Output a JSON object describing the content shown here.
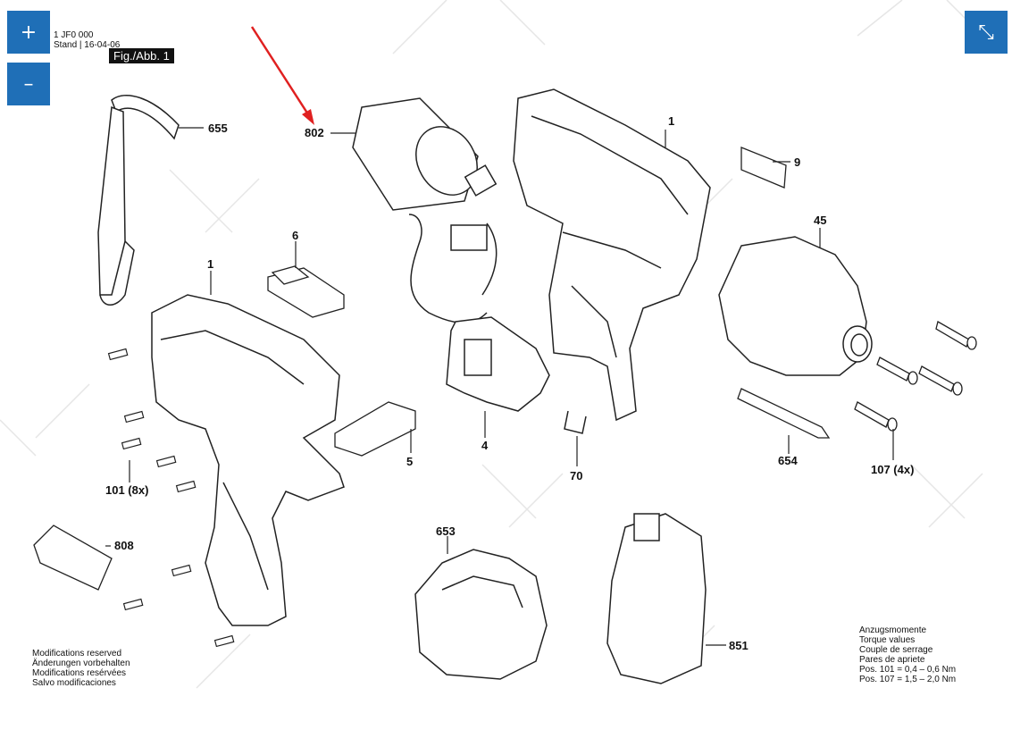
{
  "viewer": {
    "zoom_in_label": "+",
    "zoom_out_label": "–",
    "fit_label": "⤡"
  },
  "header": {
    "line1": "1 JF0 000",
    "line2": "Stand | 16-04-06",
    "figure_label": "Fig./Abb. 1"
  },
  "parts": {
    "p655": "655",
    "p802": "802",
    "p1_top": "1",
    "p9": "9",
    "p6": "6",
    "p1_left": "1",
    "p45": "45",
    "p101": "101 (8x)",
    "p5": "5",
    "p4": "4",
    "p70": "70",
    "p654": "654",
    "p107": "107 (4x)",
    "p808": "808",
    "p653": "653",
    "p851": "851"
  },
  "notes_left": [
    "Modifications reserved",
    "Änderungen vorbehalten",
    "Modifications resérvées",
    "Salvo modificaciones"
  ],
  "notes_right": [
    "Anzugsmomente",
    "Torque values",
    "Couple de serrage",
    "Pares de apriete",
    "Pos.   101 =  0,4 – 0,6 Nm",
    "Pos.   107 =  1,5 – 2,0 Nm"
  ],
  "colors": {
    "accent": "#1f6fb7",
    "arrow": "#e02020"
  }
}
